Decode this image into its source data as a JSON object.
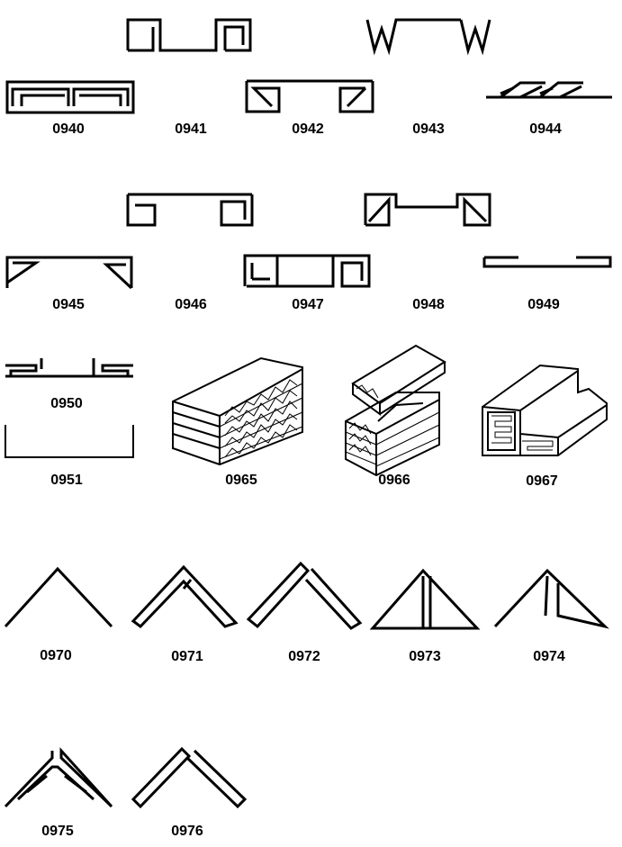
{
  "style_codes": {
    "row1": [
      "0940",
      "0941",
      "0942",
      "0943",
      "0944"
    ],
    "row2": [
      "0945",
      "0946",
      "0947",
      "0948",
      "0949"
    ],
    "row3": [
      "0950",
      "0951",
      "0965",
      "0966",
      "0967"
    ],
    "row4": [
      "0970",
      "0971",
      "0972",
      "0973",
      "0974"
    ],
    "row5": [
      "0975",
      "0976"
    ]
  },
  "colors": {
    "ink": "#000000",
    "paper": "#ffffff"
  }
}
